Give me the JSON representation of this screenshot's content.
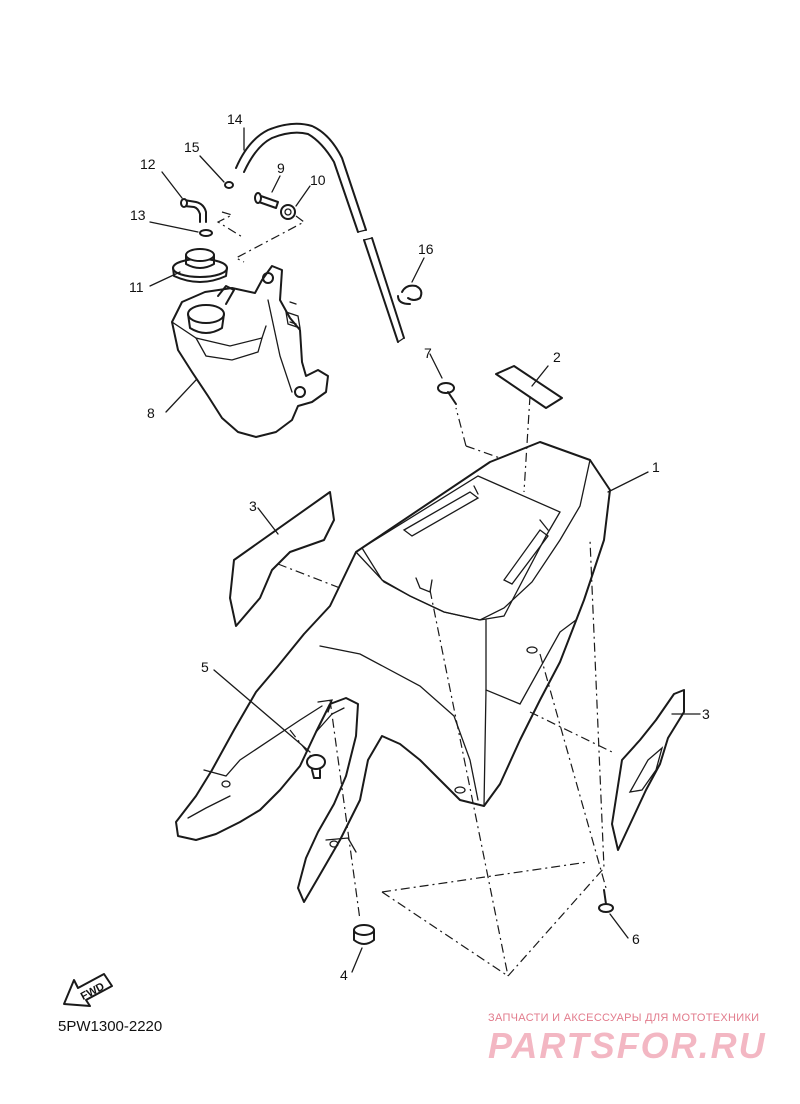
{
  "diagram": {
    "callouts": [
      {
        "id": "c14",
        "label": "14"
      },
      {
        "id": "c15",
        "label": "15"
      },
      {
        "id": "c12",
        "label": "12"
      },
      {
        "id": "c9",
        "label": "9"
      },
      {
        "id": "c10",
        "label": "10"
      },
      {
        "id": "c13",
        "label": "13"
      },
      {
        "id": "c16",
        "label": "16"
      },
      {
        "id": "c11",
        "label": "11"
      },
      {
        "id": "c7",
        "label": "7"
      },
      {
        "id": "c2",
        "label": "2"
      },
      {
        "id": "c8",
        "label": "8"
      },
      {
        "id": "c1",
        "label": "1"
      },
      {
        "id": "c3a",
        "label": "3"
      },
      {
        "id": "c3b",
        "label": "3"
      },
      {
        "id": "c5",
        "label": "5"
      },
      {
        "id": "c6",
        "label": "6"
      },
      {
        "id": "c4",
        "label": "4"
      }
    ],
    "fwd_label": "FWD",
    "diagram_code": "5PW1300-2220"
  },
  "watermark": {
    "tagline": "ЗАПЧАСТИ И АКСЕССУАРЫ ДЛЯ МОТОТЕХНИКИ",
    "logo": "PARTSFOR.RU"
  },
  "colors": {
    "line": "#1a1a1a",
    "watermark": "#e27b8c"
  }
}
